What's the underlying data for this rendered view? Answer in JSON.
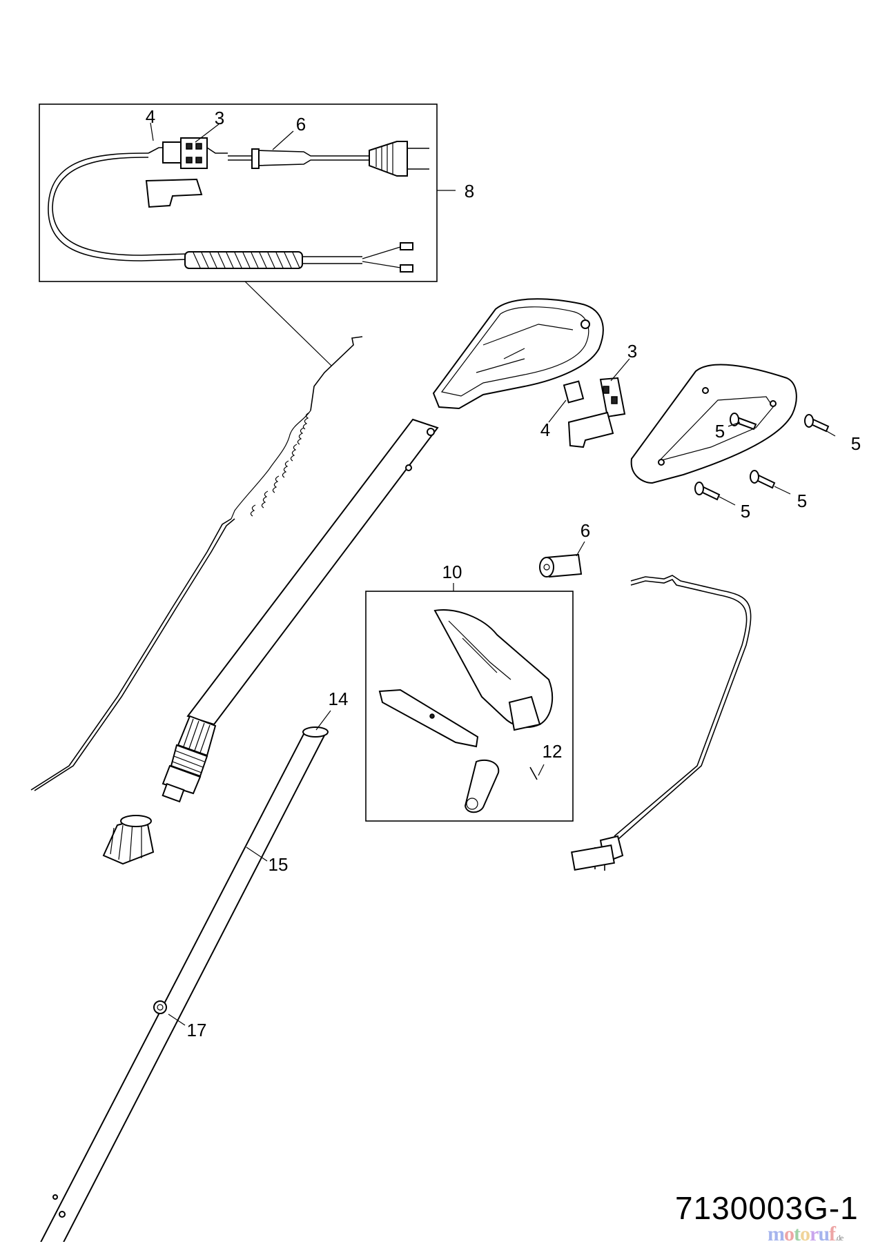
{
  "diagram": {
    "callouts": {
      "inset_4": "4",
      "inset_3": "3",
      "inset_6": "6",
      "inset_8": "8",
      "switch_3": "3",
      "switch_4": "4",
      "screw_a": "5",
      "screw_b": "5",
      "screw_c": "5",
      "screw_d": "5",
      "sleeve_6": "6",
      "group_10": "10",
      "pin_12": "12",
      "tube_14": "14",
      "tube_15": "15",
      "nut_17": "17"
    },
    "drawing_number": "7130003G-1",
    "watermark": {
      "text": "motoruf",
      "tld": ".de",
      "colors": [
        "#3a5bd9",
        "#d93a3a",
        "#2e9a3e",
        "#e0a21f",
        "#8a3ad9"
      ]
    }
  }
}
